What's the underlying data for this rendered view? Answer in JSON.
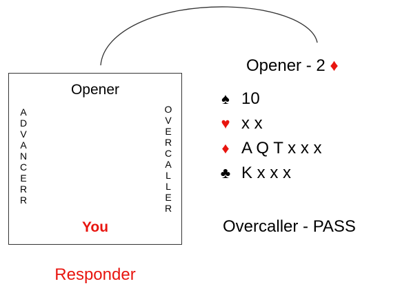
{
  "colors": {
    "red": "#e8150f",
    "black": "#000000",
    "border": "#333333"
  },
  "table": {
    "north_label": "Opener",
    "west_letters": [
      "A",
      "D",
      "V",
      "A",
      "N",
      "C",
      "E",
      "R",
      "R"
    ],
    "east_letters": [
      "O",
      "V",
      "E",
      "R",
      "C",
      "A",
      "L",
      "L",
      "E",
      "R"
    ],
    "south_label": "You",
    "below_label": "Responder"
  },
  "hand": {
    "title_prefix": "Opener - 2 ",
    "title_suit_icon": "diamond-icon",
    "title_suit_glyph": "♦",
    "rows": [
      {
        "suit": "spades",
        "glyph": "♠",
        "color": "#000000",
        "holding": "10"
      },
      {
        "suit": "hearts",
        "glyph": "♥",
        "color": "#e8150f",
        "holding": "x x"
      },
      {
        "suit": "diamonds",
        "glyph": "♦",
        "color": "#e8150f",
        "holding": "A Q T x x x"
      },
      {
        "suit": "clubs",
        "glyph": "♣",
        "color": "#000000",
        "holding": "K x x x"
      }
    ]
  },
  "overcaller_action": "Overcaller - PASS"
}
